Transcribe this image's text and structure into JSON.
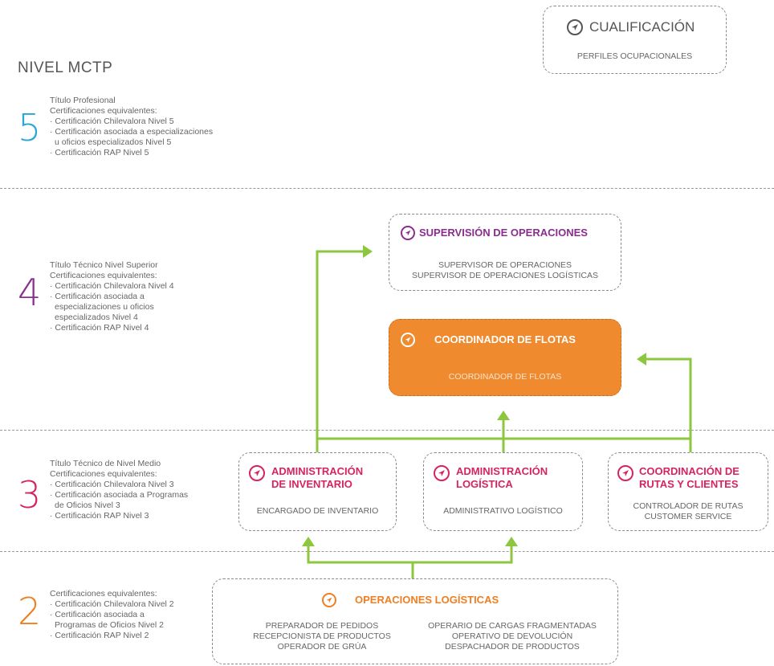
{
  "header": {
    "nivel_title": "NIVEL MCTP",
    "legend_title": "CUALIFICACIÓN",
    "legend_sub": "PERFILES OCUPACIONALES"
  },
  "levels": [
    {
      "number": "5",
      "color": "#2aa6d6",
      "lines": [
        "Título Profesional",
        "Certificaciones equivalentes:",
        "· Certificación Chilevalora Nivel 5",
        "· Certificación asociada a especializaciones",
        "  u oficios especializados Nivel 5",
        "· Certificación RAP Nivel 5"
      ]
    },
    {
      "number": "4",
      "color": "#8b2d8f",
      "lines": [
        "Título Técnico Nivel Superior",
        "Certificaciones equivalentes:",
        "· Certificación Chilevalora Nivel 4",
        "· Certificación asociada a",
        "  especializaciones u oficios",
        "  especializados Nivel 4",
        "· Certificación RAP Nivel 4"
      ]
    },
    {
      "number": "3",
      "color": "#d6245e",
      "lines": [
        "Título Técnico de Nivel Medio",
        "Certificaciones equivalentes:",
        "· Certificación Chilevalora Nivel 3",
        "· Certificación asociada a Programas",
        "  de Oficios Nivel 3",
        "· Certificación RAP Nivel 3"
      ]
    },
    {
      "number": "2",
      "color": "#ef7f22",
      "lines": [
        "Certificaciones equivalentes:",
        "· Certificación Chilevalora Nivel 2",
        "· Certificación asociada a",
        "  Programas de Oficios Nivel 2",
        "· Certificación RAP Nivel 2"
      ]
    }
  ],
  "boxes": {
    "supervision": {
      "title": "SUPERVISIÓN DE OPERACIONES",
      "profiles": [
        "SUPERVISOR DE OPERACIONES",
        "SUPERVISOR DE OPERACIONES LOGÍSTICAS"
      ],
      "color": "#8b2d8f"
    },
    "coordinador": {
      "title": "COORDINADOR DE FLOTAS",
      "profiles": [
        "COORDINADOR DE FLOTAS"
      ],
      "color": "#f08a2e"
    },
    "inventario": {
      "title_lines": [
        "ADMINISTRACIÓN",
        "DE INVENTARIO"
      ],
      "profiles": [
        "ENCARGADO DE INVENTARIO"
      ],
      "color": "#d6245e"
    },
    "logistica": {
      "title_lines": [
        "ADMINISTRACIÓN",
        "LOGÍSTICA"
      ],
      "profiles": [
        "ADMINISTRATIVO LOGÍSTICO"
      ],
      "color": "#d6245e"
    },
    "rutas": {
      "title_lines": [
        "COORDINACIÓN DE",
        "RUTAS Y CLIENTES"
      ],
      "profiles": [
        "CONTROLADOR DE RUTAS",
        "CUSTOMER SERVICE"
      ],
      "color": "#d6245e"
    },
    "operaciones": {
      "title": "OPERACIONES LOGÍSTICAS",
      "profiles_left": [
        "PREPARADOR DE PEDIDOS",
        "RECEPCIONISTA DE PRODUCTOS",
        "OPERADOR DE GRÚA"
      ],
      "profiles_right": [
        "OPERARIO DE CARGAS FRAGMENTADAS",
        "OPERATIVO DE DEVOLUCIÓN",
        "DESPACHADOR DE PRODUCTOS"
      ],
      "color": "#ef7f22"
    }
  },
  "colors": {
    "arrow": "#8dc63f",
    "divider": "#9a9a9a"
  }
}
